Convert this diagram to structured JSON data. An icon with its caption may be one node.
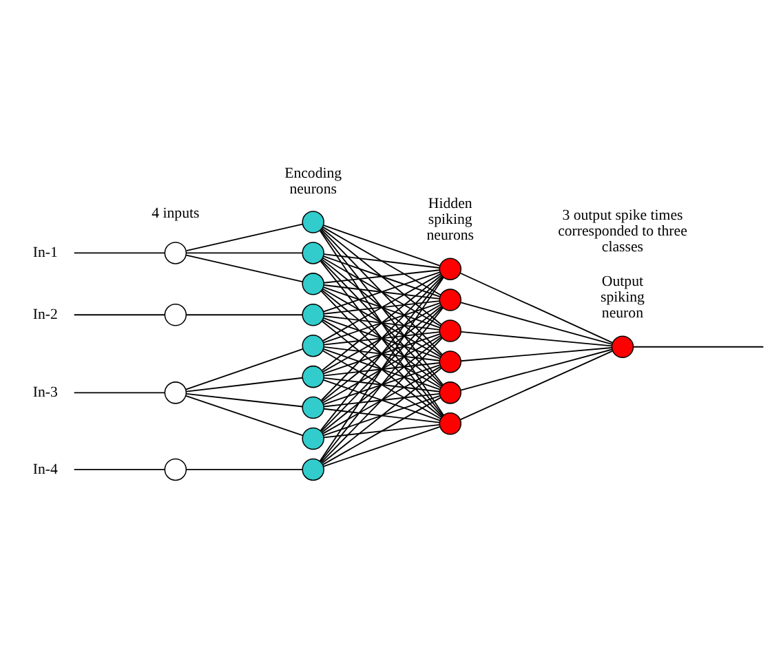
{
  "diagram": {
    "nodes": [
      {
        "text": [
          "In-1"
        ]
      },
      {
        "text": [
          "In-2"
        ]
      },
      {
        "text": [
          "In-3"
        ]
      },
      {
        "text": [
          "In-4"
        ]
      },
      {
        "text": [],
        "shape": "circle"
      },
      {
        "text": [],
        "shape": "circle"
      },
      {
        "text": [],
        "shape": "circle"
      },
      {
        "text": [],
        "shape": "circle"
      },
      {
        "text": [],
        "shape": "circle"
      },
      {
        "text": [],
        "shape": "circle"
      },
      {
        "text": [],
        "shape": "circle"
      },
      {
        "text": [],
        "shape": "circle"
      },
      {
        "text": [],
        "shape": "circle"
      },
      {
        "text": [],
        "shape": "circle"
      },
      {
        "text": [],
        "shape": "circle"
      },
      {
        "text": [],
        "shape": "circle"
      },
      {
        "text": [],
        "shape": "circle"
      },
      {
        "text": [],
        "shape": "circle"
      },
      {
        "text": [],
        "shape": "circle"
      },
      {
        "text": [],
        "shape": "circle"
      },
      {
        "text": [],
        "shape": "circle"
      },
      {
        "text": [],
        "shape": "circle"
      },
      {
        "text": [],
        "shape": "circle"
      },
      {
        "text": [],
        "shape": "circle"
      }
    ],
    "edges": [
      {
        "from": 0,
        "to": 4,
        "arrow": "none"
      },
      {
        "from": 1,
        "to": 5,
        "arrow": "none"
      },
      {
        "from": 2,
        "to": 6,
        "arrow": "none"
      },
      {
        "from": 3,
        "to": 7,
        "arrow": "none"
      },
      {
        "from": 4,
        "to": 8,
        "arrow": "none"
      },
      {
        "from": 4,
        "to": 9,
        "arrow": "none"
      },
      {
        "from": 4,
        "to": 10,
        "arrow": "none"
      },
      {
        "from": 5,
        "to": 11,
        "arrow": "none"
      },
      {
        "from": 6,
        "to": 12,
        "arrow": "none"
      },
      {
        "from": 6,
        "to": 13,
        "arrow": "none"
      },
      {
        "from": 6,
        "to": 14,
        "arrow": "none"
      },
      {
        "from": 6,
        "to": 15,
        "arrow": "none"
      },
      {
        "from": 7,
        "to": 16,
        "arrow": "none"
      },
      {
        "from": 8,
        "to": 17,
        "arrow": "none"
      },
      {
        "from": 8,
        "to": 18,
        "arrow": "none"
      },
      {
        "from": 8,
        "to": 19,
        "arrow": "none"
      },
      {
        "from": 8,
        "to": 20,
        "arrow": "none"
      },
      {
        "from": 8,
        "to": 21,
        "arrow": "none"
      },
      {
        "from": 8,
        "to": 22,
        "arrow": "none"
      },
      {
        "from": 9,
        "to": 17,
        "arrow": "none"
      },
      {
        "from": 9,
        "to": 18,
        "arrow": "none"
      },
      {
        "from": 9,
        "to": 19,
        "arrow": "none"
      },
      {
        "from": 9,
        "to": 20,
        "arrow": "none"
      },
      {
        "from": 9,
        "to": 21,
        "arrow": "none"
      },
      {
        "from": 9,
        "to": 22,
        "arrow": "none"
      },
      {
        "from": 10,
        "to": 17,
        "arrow": "none"
      },
      {
        "from": 10,
        "to": 18,
        "arrow": "none"
      },
      {
        "from": 10,
        "to": 19,
        "arrow": "none"
      },
      {
        "from": 10,
        "to": 20,
        "arrow": "none"
      },
      {
        "from": 10,
        "to": 21,
        "arrow": "none"
      },
      {
        "from": 10,
        "to": 22,
        "arrow": "none"
      },
      {
        "from": 11,
        "to": 17,
        "arrow": "none"
      },
      {
        "from": 11,
        "to": 18,
        "arrow": "none"
      },
      {
        "from": 11,
        "to": 19,
        "arrow": "none"
      },
      {
        "from": 11,
        "to": 20,
        "arrow": "none"
      },
      {
        "from": 11,
        "to": 21,
        "arrow": "none"
      },
      {
        "from": 11,
        "to": 22,
        "arrow": "none"
      },
      {
        "from": 12,
        "to": 17,
        "arrow": "none"
      },
      {
        "from": 12,
        "to": 18,
        "arrow": "none"
      },
      {
        "from": 12,
        "to": 19,
        "arrow": "none"
      },
      {
        "from": 12,
        "to": 20,
        "arrow": "none"
      },
      {
        "from": 12,
        "to": 21,
        "arrow": "none"
      },
      {
        "from": 12,
        "to": 22,
        "arrow": "none"
      },
      {
        "from": 13,
        "to": 17,
        "arrow": "none"
      },
      {
        "from": 13,
        "to": 18,
        "arrow": "none"
      },
      {
        "from": 13,
        "to": 19,
        "arrow": "none"
      },
      {
        "from": 13,
        "to": 20,
        "arrow": "none"
      },
      {
        "from": 13,
        "to": 21,
        "arrow": "none"
      },
      {
        "from": 13,
        "to": 22,
        "arrow": "none"
      },
      {
        "from": 14,
        "to": 17,
        "arrow": "none"
      },
      {
        "from": 14,
        "to": 18,
        "arrow": "none"
      },
      {
        "from": 14,
        "to": 19,
        "arrow": "none"
      },
      {
        "from": 14,
        "to": 20,
        "arrow": "none"
      },
      {
        "from": 14,
        "to": 21,
        "arrow": "none"
      },
      {
        "from": 14,
        "to": 22,
        "arrow": "none"
      },
      {
        "from": 15,
        "to": 17,
        "arrow": "none"
      },
      {
        "from": 15,
        "to": 18,
        "arrow": "none"
      },
      {
        "from": 15,
        "to": 19,
        "arrow": "none"
      },
      {
        "from": 15,
        "to": 20,
        "arrow": "none"
      },
      {
        "from": 15,
        "to": 21,
        "arrow": "none"
      },
      {
        "from": 15,
        "to": 22,
        "arrow": "none"
      },
      {
        "from": 16,
        "to": 17,
        "arrow": "none"
      },
      {
        "from": 16,
        "to": 18,
        "arrow": "none"
      },
      {
        "from": 16,
        "to": 19,
        "arrow": "none"
      },
      {
        "from": 16,
        "to": 20,
        "arrow": "none"
      },
      {
        "from": 16,
        "to": 21,
        "arrow": "none"
      },
      {
        "from": 16,
        "to": 22,
        "arrow": "none"
      },
      {
        "from": 17,
        "to": 23,
        "arrow": "none"
      },
      {
        "from": 18,
        "to": 23,
        "arrow": "none"
      },
      {
        "from": 19,
        "to": 23,
        "arrow": "none"
      },
      {
        "from": 20,
        "to": 23,
        "arrow": "none"
      },
      {
        "from": 21,
        "to": 23,
        "arrow": "none"
      },
      {
        "from": 22,
        "to": 23,
        "arrow": "none"
      },
      {
        "from": 23,
        "to": null,
        "arrow": "none"
      }
    ],
    "labels": [
      "Encoding neurons",
      "4 inputs",
      "Hidden spiking neurons",
      "Output spiking neuron",
      "3 output spike times corresponded to three classes"
    ]
  }
}
